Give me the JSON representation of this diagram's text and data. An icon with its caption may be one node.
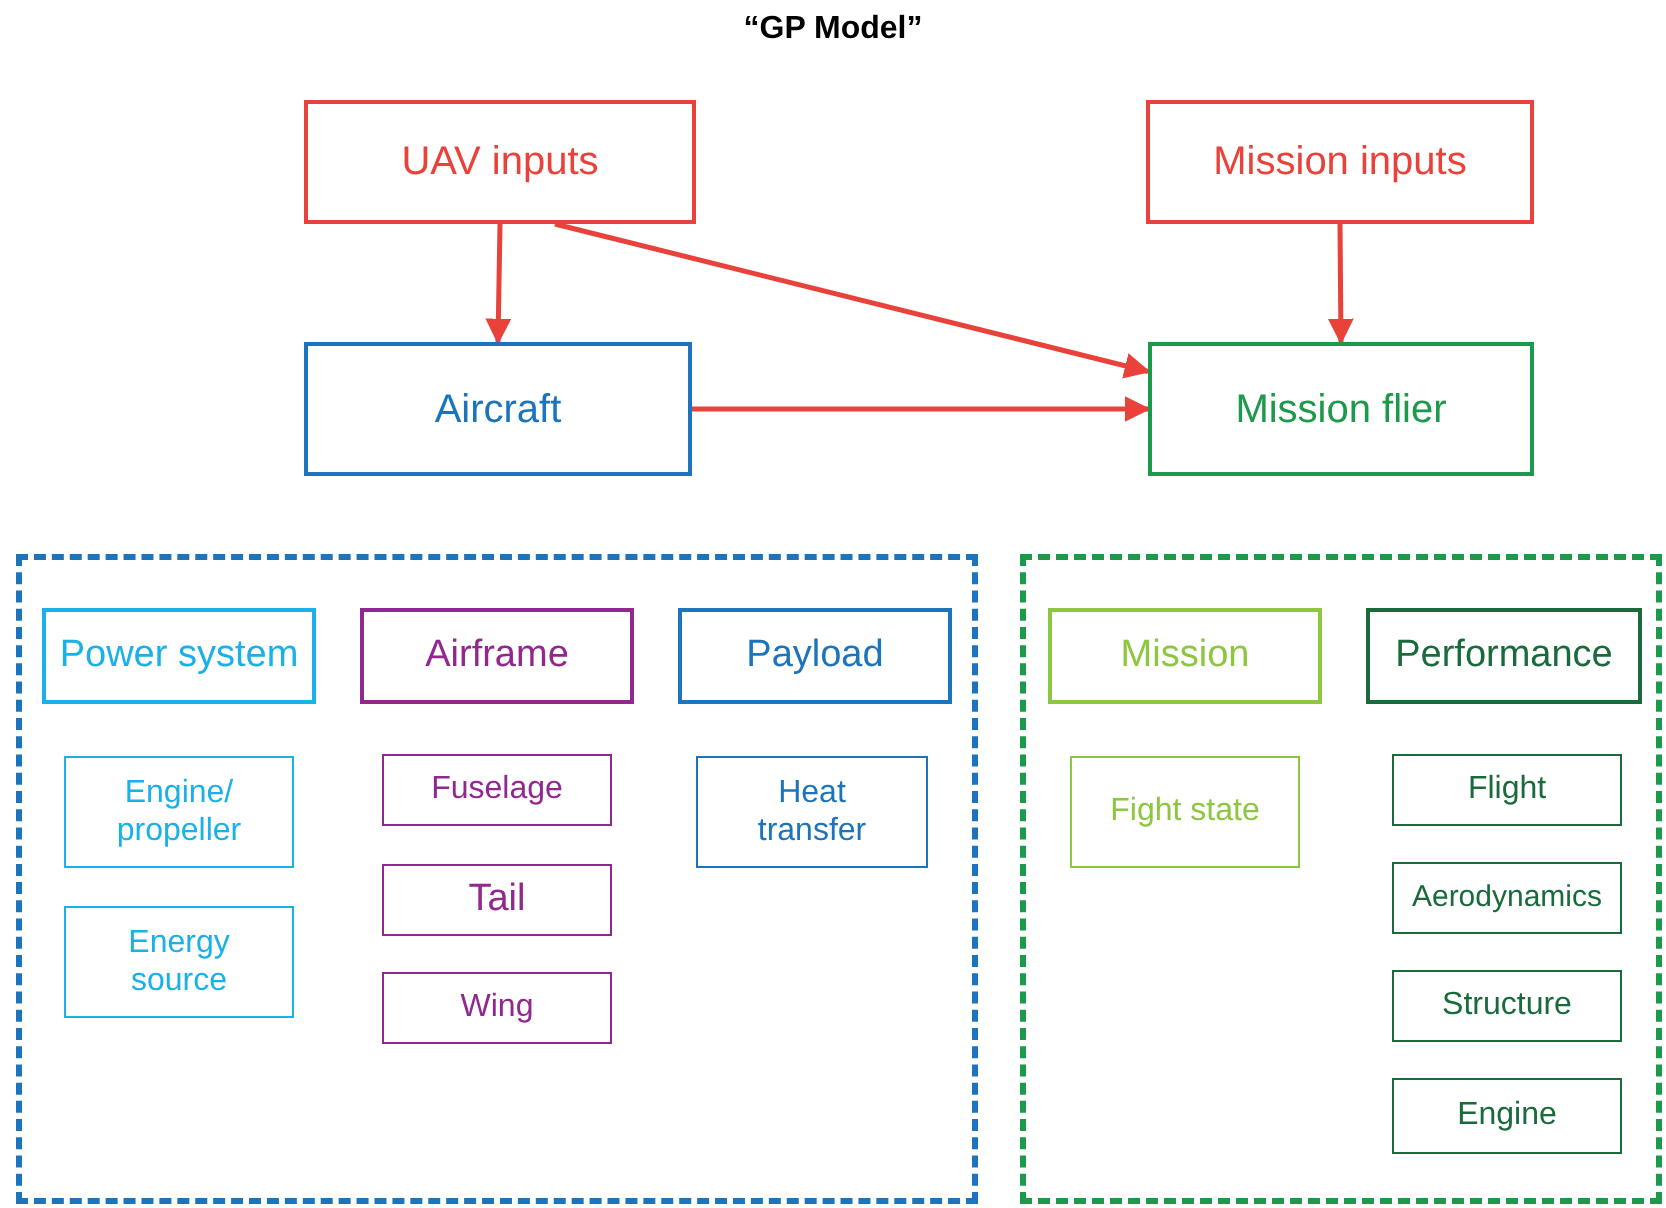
{
  "diagram": {
    "title": "“GP Model”",
    "nodes": [
      {
        "text": [
          "UAV inputs"
        ]
      },
      {
        "text": [
          "Mission inputs"
        ]
      },
      {
        "text": [
          "Aircraft"
        ]
      },
      {
        "text": [
          "Mission flier"
        ]
      },
      {
        "text": [],
        "shape": "box"
      },
      {
        "text": [
          "Power system"
        ],
        "in": 4
      },
      {
        "text": [
          "Airframe"
        ],
        "in": 4
      },
      {
        "text": [
          "Payload"
        ],
        "in": 4
      },
      {
        "text": [
          "Engine/ propeller"
        ],
        "in": 4
      },
      {
        "text": [
          "Energy source"
        ],
        "in": 4
      },
      {
        "text": [
          "Fuselage"
        ],
        "in": 4
      },
      {
        "text": [
          "Tail"
        ],
        "in": 4
      },
      {
        "text": [
          "Wing"
        ],
        "in": 4
      },
      {
        "text": [
          "Heat transfer"
        ],
        "in": 4
      },
      {
        "text": [],
        "shape": "box"
      },
      {
        "text": [
          "Mission"
        ],
        "in": 14
      },
      {
        "text": [
          "Performance"
        ],
        "in": 14
      },
      {
        "text": [
          "Fight state"
        ],
        "in": 14
      },
      {
        "text": [
          "Flight"
        ],
        "in": 14
      },
      {
        "text": [
          "Aerodynamics"
        ],
        "in": 14
      },
      {
        "text": [
          "Structure"
        ],
        "in": 14
      },
      {
        "text": [
          "Engine"
        ],
        "in": 14
      }
    ],
    "edges": [
      {
        "from": 0,
        "to": 2,
        "arrow": "to"
      },
      {
        "from": 0,
        "to": 3,
        "arrow": "to"
      },
      {
        "from": 1,
        "to": 3,
        "arrow": "to"
      },
      {
        "from": 2,
        "to": 3,
        "arrow": "to"
      }
    ]
  }
}
